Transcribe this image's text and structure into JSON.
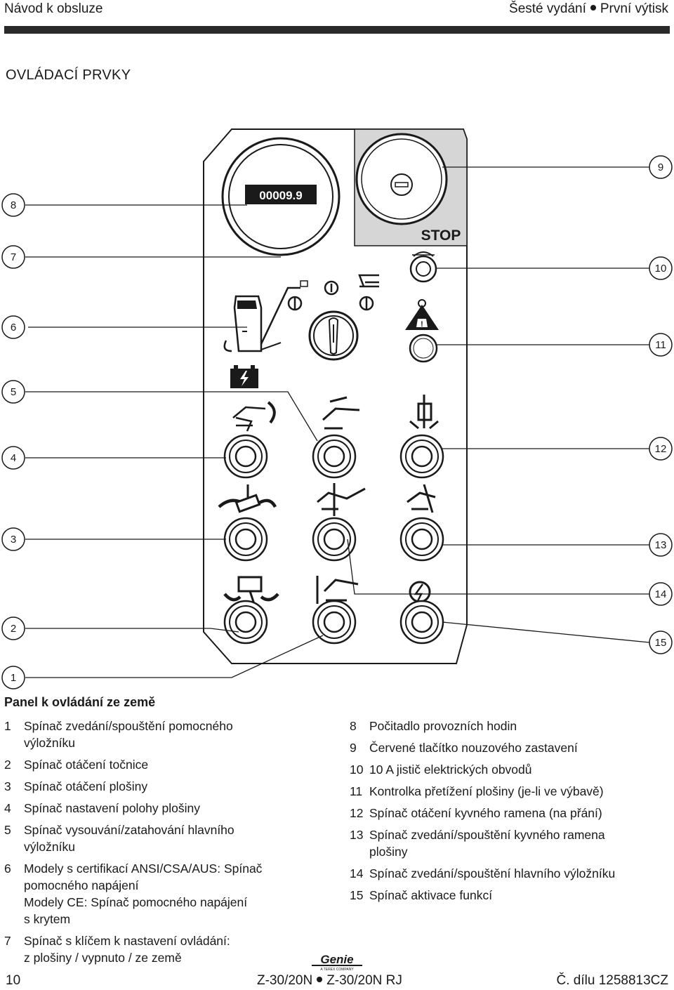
{
  "header": {
    "left": "Návod k obsluze",
    "right_edition": "Šesté vydání",
    "right_print": "První výtisk"
  },
  "section_title": "OVLÁDACÍ PRVKY",
  "diagram": {
    "hour_meter": "00009.9",
    "stop_label": "STOP",
    "callouts": [
      "1",
      "2",
      "3",
      "4",
      "5",
      "6",
      "7",
      "8",
      "9",
      "10",
      "11",
      "12",
      "13",
      "14",
      "15"
    ]
  },
  "caption": "Panel k ovládání ze země",
  "legend_left": [
    {
      "num": "1",
      "lines": [
        "Spínač zvedání/spouštění pomocného",
        "výložníku"
      ]
    },
    {
      "num": "2",
      "lines": [
        "Spínač otáčení točnice"
      ]
    },
    {
      "num": "3",
      "lines": [
        "Spínač otáčení plošiny"
      ]
    },
    {
      "num": "4",
      "lines": [
        "Spínač nastavení polohy plošiny"
      ]
    },
    {
      "num": "5",
      "lines": [
        "Spínač vysouvání/zatahování hlavního",
        "výložníku"
      ]
    },
    {
      "num": "6",
      "lines": [
        "Modely s certifikací ANSI/CSA/AUS: Spínač",
        "pomocného napájení",
        "Modely CE: Spínač pomocného napájení",
        "s krytem"
      ]
    },
    {
      "num": "7",
      "lines": [
        "Spínač s klíčem k nastavení ovládání:",
        "z plošiny / vypnuto / ze země"
      ]
    }
  ],
  "legend_right": [
    {
      "num": "8",
      "lines": [
        "Počitadlo provozních hodin"
      ]
    },
    {
      "num": "9",
      "lines": [
        "Červené tlačítko nouzového zastavení"
      ]
    },
    {
      "num": "10",
      "lines": [
        "10 A jistič elektrických obvodů"
      ]
    },
    {
      "num": "11",
      "lines": [
        "Kontrolka přetížení plošiny (je-li ve výbavě)"
      ]
    },
    {
      "num": "12",
      "lines": [
        "Spínač otáčení kyvného ramena (na přání)"
      ]
    },
    {
      "num": "13",
      "lines": [
        "Spínač zvedání/spouštění kyvného ramena",
        "plošiny"
      ]
    },
    {
      "num": "14",
      "lines": [
        "Spínač zvedání/spouštění hlavního výložníku"
      ]
    },
    {
      "num": "15",
      "lines": [
        "Spínač aktivace funkcí"
      ]
    }
  ],
  "footer": {
    "page": "10",
    "model_a": "Z-30/20N",
    "model_b": "Z-30/20N RJ",
    "part": "Č. dílu 1258813CZ"
  },
  "logo": {
    "name": "Genie",
    "sub": "A TEREX COMPANY"
  }
}
